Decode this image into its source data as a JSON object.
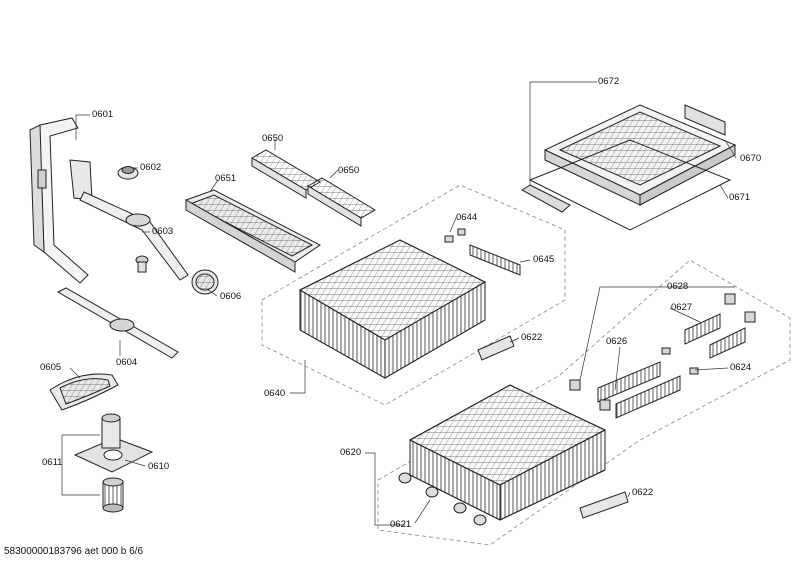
{
  "parts": {
    "p0601": "0601",
    "p0602": "0602",
    "p0603": "0603",
    "p0604": "0604",
    "p0605": "0605",
    "p0606": "0606",
    "p0610": "0610",
    "p0611": "0611",
    "p0620": "0620",
    "p0621": "0621",
    "p0622a": "0622",
    "p0622b": "0622",
    "p0624": "0624",
    "p0626": "0626",
    "p0627": "0627",
    "p0628": "0628",
    "p0640": "0640",
    "p0644": "0644",
    "p0645": "0645",
    "p0650a": "0650",
    "p0650b": "0650",
    "p0651": "0651",
    "p0670": "0670",
    "p0671": "0671",
    "p0672": "0672"
  },
  "footer": "58300000183796 aet 000 b 6/6",
  "colors": {
    "line": "#222222",
    "dash": "#888888",
    "fill": "#f2f2f2",
    "shade": "#c8c8c8"
  }
}
